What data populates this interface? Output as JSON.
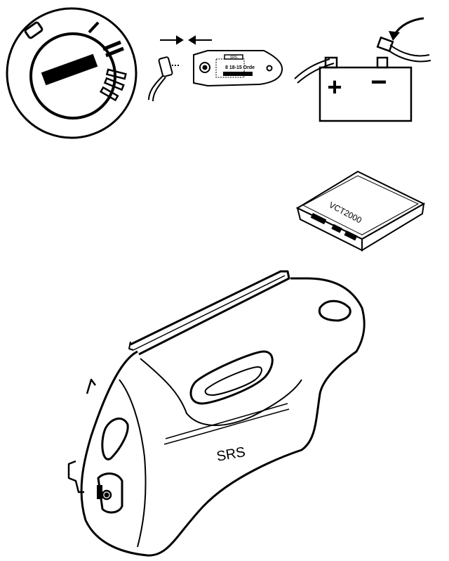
{
  "colors": {
    "ink": "#000000",
    "paper": "#ffffff",
    "shade": "#eeeeee"
  },
  "switch": {
    "key_positions": [
      "0",
      "I",
      "II",
      "III"
    ]
  },
  "connector": {
    "label_top": "SRS",
    "label_mid": "8 18-15 Orde",
    "direction": "push-together"
  },
  "battery": {
    "positive_symbol": "+",
    "negative_symbol": "−"
  },
  "module": {
    "label": "VCT2000"
  },
  "airbag": {
    "label": "SRS"
  }
}
